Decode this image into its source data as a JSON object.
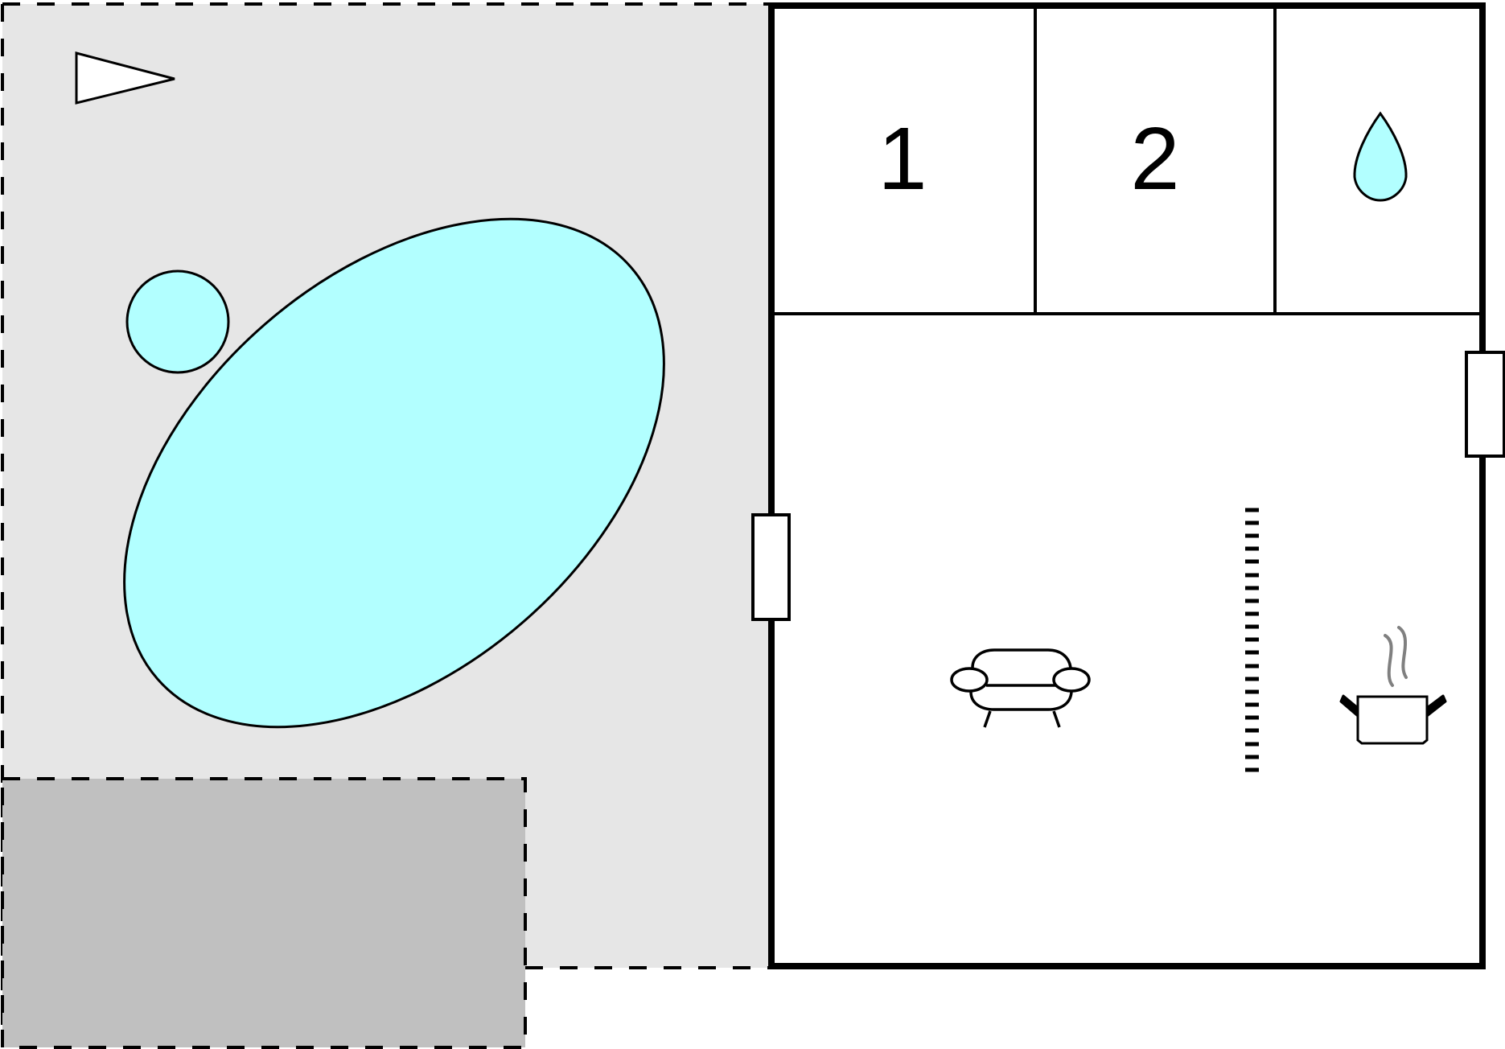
{
  "floorplan": {
    "rooms": [
      {
        "id": "bedroom-1",
        "label": "1"
      },
      {
        "id": "bedroom-2",
        "label": "2"
      },
      {
        "id": "bathroom",
        "icon": "water-drop-icon"
      },
      {
        "id": "living-area",
        "icons": [
          "sofa-icon",
          "stairs-icon",
          "cooking-pot-icon"
        ]
      }
    ],
    "outdoor": {
      "terrace": "terrace-area",
      "pool": "pool",
      "hot_tub": "hot-tub",
      "carport": "carport-area",
      "north_arrow": "north-arrow-icon"
    },
    "colors": {
      "terrace": "#e6e6e6",
      "carport": "#c0c0c0",
      "water": "#b2ffff",
      "walls": "#000000",
      "steam": "#808080"
    },
    "stairs_steps": 21
  }
}
